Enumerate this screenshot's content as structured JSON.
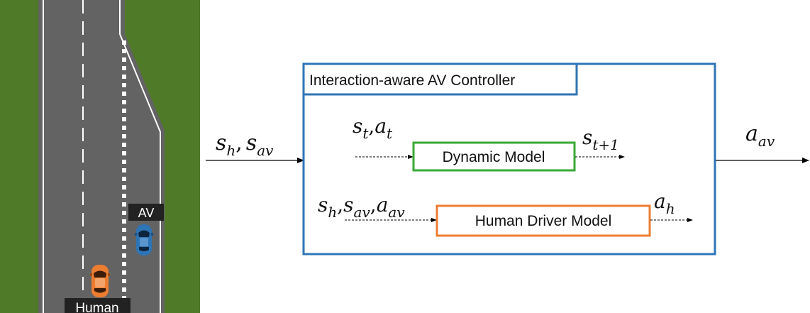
{
  "colors": {
    "grass": "#4f7a28",
    "road": "#636363",
    "lane_marking": "#ffffff",
    "controller_border": "#2e75b6",
    "dynamic_border": "#39a935",
    "human_border": "#ed7d31",
    "av_car": "#2e75b6",
    "human_car": "#ed7d31",
    "label_bg": "#222222",
    "label_text": "#ffffff",
    "arrow": "#000000"
  },
  "road_scene": {
    "av_label": "AV",
    "human_label": "Human",
    "av_car_icon": "blue-car-icon",
    "human_car_icon": "orange-car-icon"
  },
  "diagram": {
    "input": {
      "base1": "s",
      "sub1": "h",
      "sep": ",",
      "base2": "s",
      "sub2": "av"
    },
    "controller_title": "Interaction-aware AV Controller",
    "dynamic_model": {
      "label": "Dynamic Model",
      "input": {
        "base1": "s",
        "sub1": "t",
        "sep": ",",
        "base2": "a",
        "sub2": "t"
      },
      "output": {
        "base": "s",
        "sub": "t+1"
      }
    },
    "human_model": {
      "label": "Human Driver Model",
      "input": {
        "base1": "s",
        "sub1": "h",
        "sep1": ",",
        "base2": "s",
        "sub2": "av",
        "sep2": ",",
        "base3": "a",
        "sub3": "av"
      },
      "output": {
        "base": "a",
        "sub": "h"
      }
    },
    "output": {
      "base": "a",
      "sub": "av"
    }
  }
}
